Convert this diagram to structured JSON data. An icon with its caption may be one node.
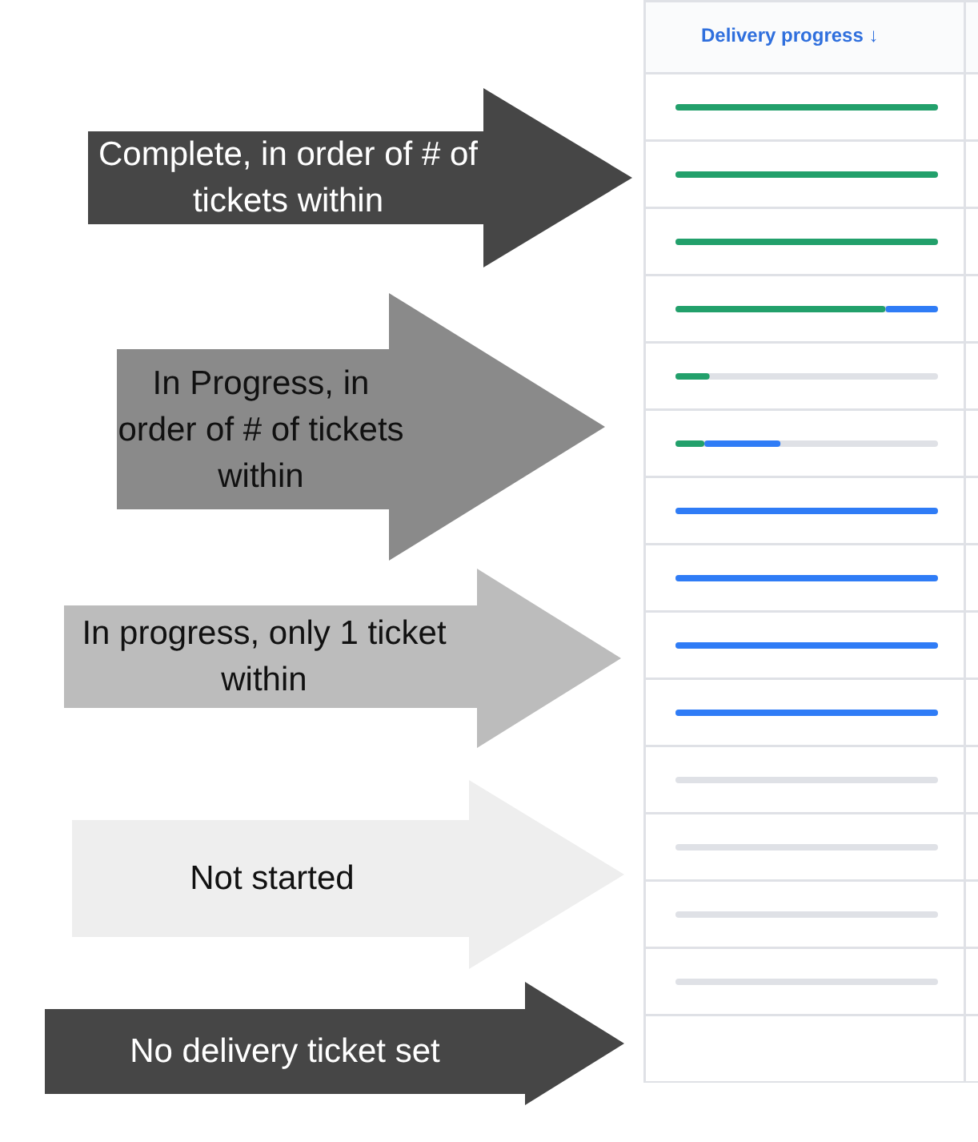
{
  "diagram": {
    "nodes": [
      {
        "text": [
          "Complete, in order of # of tickets within"
        ]
      },
      {
        "text": [
          "In Progress, in order of # of tickets within"
        ]
      },
      {
        "text": [
          "In progress, only 1 ticket within"
        ]
      },
      {
        "text": [
          "Not started"
        ]
      },
      {
        "text": [
          "No delivery ticket set"
        ]
      }
    ],
    "edges": [],
    "labels": [
      "Delivery progress ↓"
    ]
  }
}
